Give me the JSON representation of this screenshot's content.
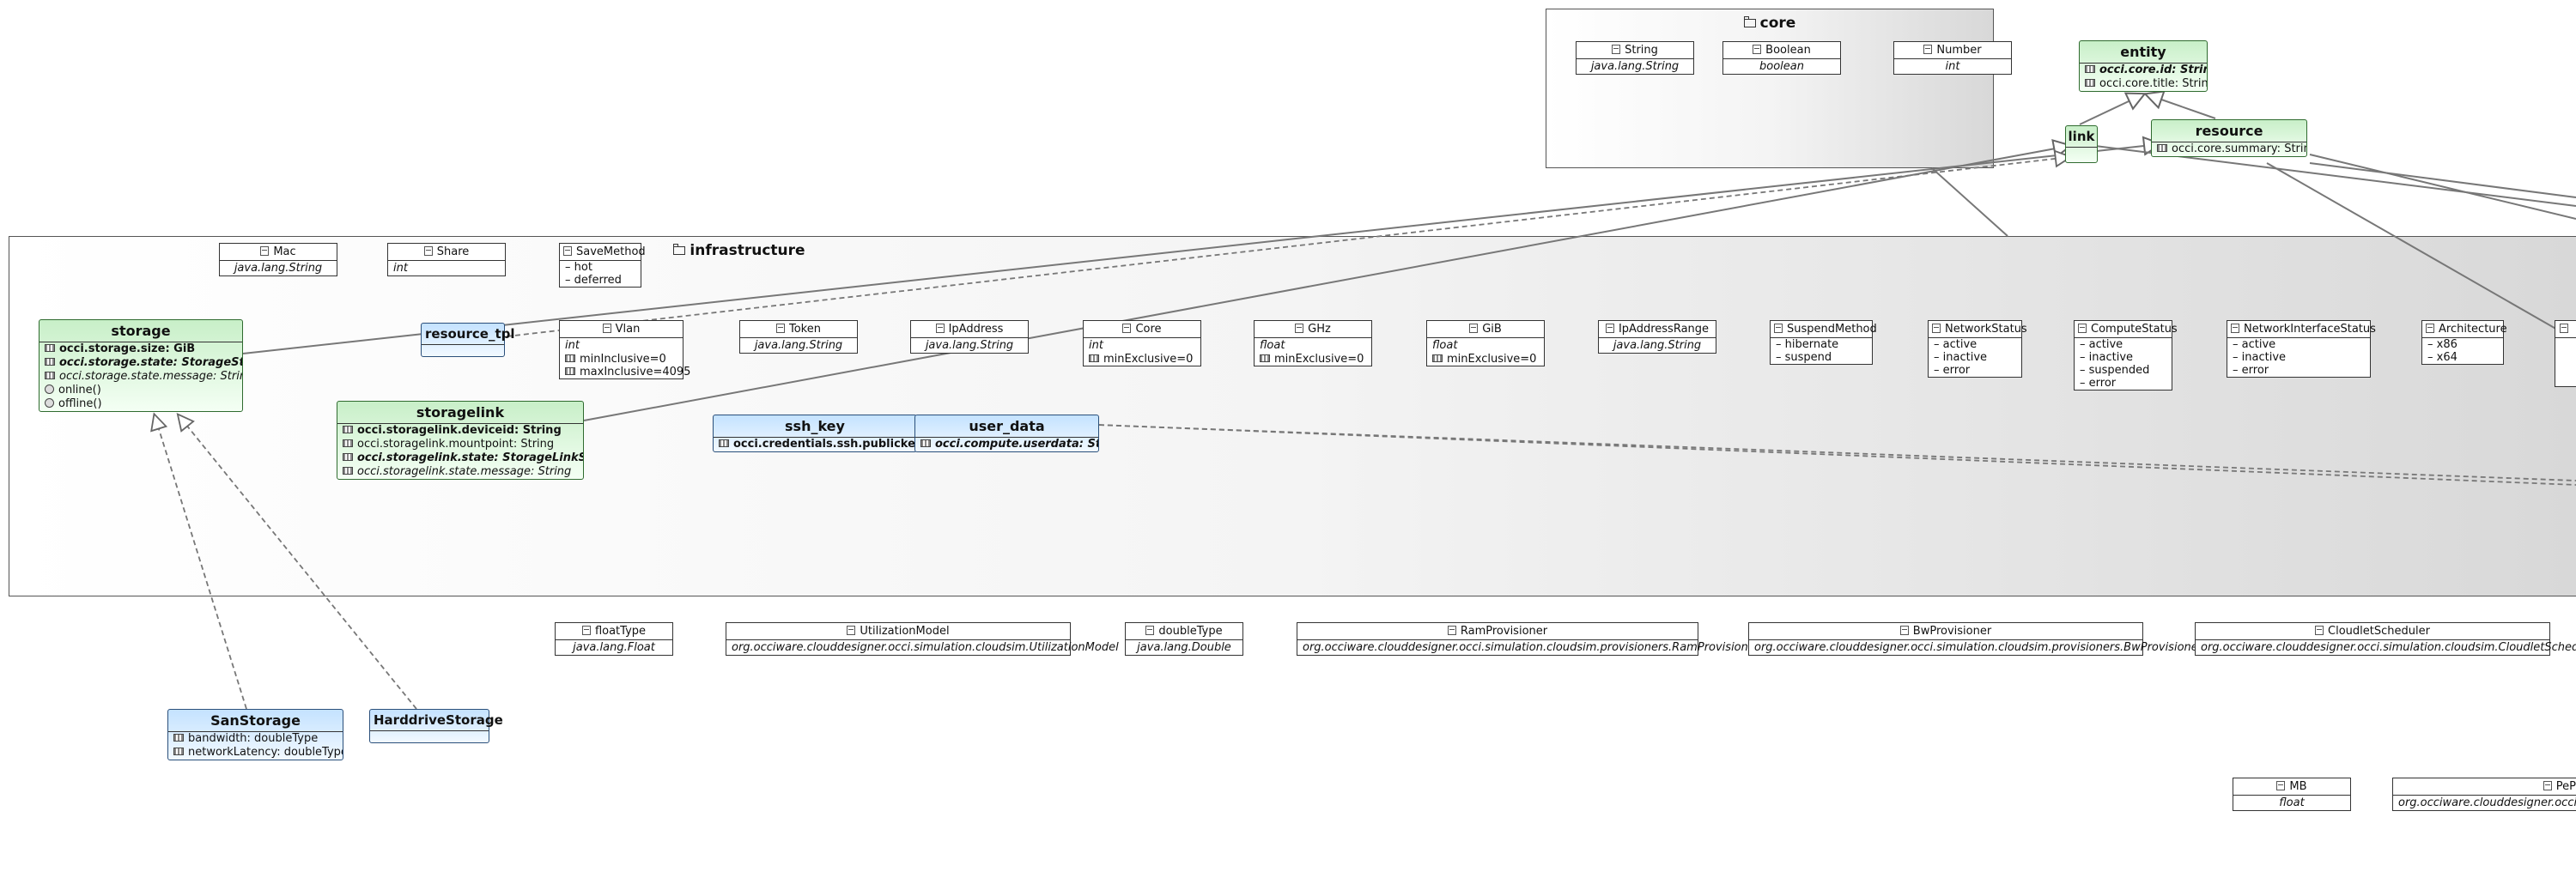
{
  "packages": {
    "core": "core",
    "infrastructure": "infrastructure"
  },
  "core_types": [
    {
      "name": "String",
      "type": "java.lang.String"
    },
    {
      "name": "Boolean",
      "type": "boolean"
    },
    {
      "name": "Number",
      "type": "int"
    }
  ],
  "entity": {
    "name": "entity",
    "attrs": [
      "occi.core.id: String",
      "occi.core.title: String"
    ]
  },
  "link": {
    "name": "link"
  },
  "resource": {
    "name": "resource",
    "attrs": [
      "occi.core.summary: String"
    ]
  },
  "infra_types_top": [
    {
      "name": "Mac",
      "type": "java.lang.String"
    },
    {
      "name": "Share",
      "type": "int"
    }
  ],
  "savemethod": {
    "name": "SaveMethod",
    "literals": [
      "hot",
      "deferred"
    ]
  },
  "infra_types_row": [
    {
      "name": "Vlan",
      "type": "int",
      "facets": [
        "minInclusive=0",
        "maxInclusive=4095"
      ]
    },
    {
      "name": "Token",
      "type": "java.lang.String",
      "facets": []
    },
    {
      "name": "IpAddress",
      "type": "java.lang.String",
      "facets": []
    },
    {
      "name": "Core",
      "type": "int",
      "facets": [
        "minExclusive=0"
      ]
    },
    {
      "name": "GHz",
      "type": "float",
      "facets": [
        "minExclusive=0"
      ]
    },
    {
      "name": "GiB",
      "type": "float",
      "facets": [
        "minExclusive=0"
      ]
    },
    {
      "name": "IpAddressRange",
      "type": "java.lang.String",
      "facets": []
    }
  ],
  "enums": [
    {
      "name": "SuspendMethod",
      "literals": [
        "hibernate",
        "suspend"
      ]
    },
    {
      "name": "NetworkStatus",
      "literals": [
        "active",
        "inactive",
        "error"
      ]
    },
    {
      "name": "ComputeStatus",
      "literals": [
        "active",
        "inactive",
        "suspended",
        "error"
      ]
    },
    {
      "name": "NetworkInterfaceStatus",
      "literals": [
        "active",
        "inactive",
        "error"
      ]
    },
    {
      "name": "Architecture",
      "literals": [
        "x86",
        "x64"
      ]
    }
  ],
  "storage": {
    "name": "storage",
    "attrs": [
      "occi.storage.size: GiB",
      "occi.storage.state: StorageStatus",
      "occi.storage.state.message: String"
    ],
    "ops": [
      "online()",
      "offline()"
    ]
  },
  "resource_tpl": {
    "name": "resource_tpl"
  },
  "storagelink": {
    "name": "storagelink",
    "attrs": [
      "occi.storagelink.deviceid: String",
      "occi.storagelink.mountpoint: String",
      "occi.storagelink.state: StorageLinkStatus",
      "occi.storagelink.state.message: String"
    ]
  },
  "ssh_key": {
    "name": "ssh_key",
    "attrs": [
      "occi.credentials.ssh.publickey: String"
    ]
  },
  "user_data": {
    "name": "user_data",
    "attrs": [
      "occi.compute.userdata: String"
    ]
  },
  "bottom_types": [
    {
      "name": "floatType",
      "type": "java.lang.Float"
    },
    {
      "name": "UtilizationModel",
      "type": "org.occiware.clouddesigner.occi.simulation.cloudsim.UtilizationModel"
    },
    {
      "name": "doubleType",
      "type": "java.lang.Double"
    },
    {
      "name": "RamProvisioner",
      "type": "org.occiware.clouddesigner.occi.simulation.cloudsim.provisioners.RamProvisioner"
    },
    {
      "name": "BwProvisioner",
      "type": "org.occiware.clouddesigner.occi.simulation.cloudsim.provisioners.BwProvisioner"
    },
    {
      "name": "CloudletScheduler",
      "type": "org.occiware.clouddesigner.occi.simulation.cloudsim.CloudletScheduler"
    },
    {
      "name": "MB",
      "type": "float"
    },
    {
      "name": "PeP",
      "type": "org.occiware.clouddesigner.occi.simu"
    }
  ],
  "sanstorage": {
    "name": "SanStorage",
    "attrs": [
      "bandwidth: doubleType",
      "networkLatency: doubleType"
    ]
  },
  "harddrivestorage": {
    "name": "HarddriveStorage"
  },
  "colors": {
    "concept": "#c8efc8",
    "extension": "#c4e2ff",
    "package": "#d8d8d8"
  }
}
